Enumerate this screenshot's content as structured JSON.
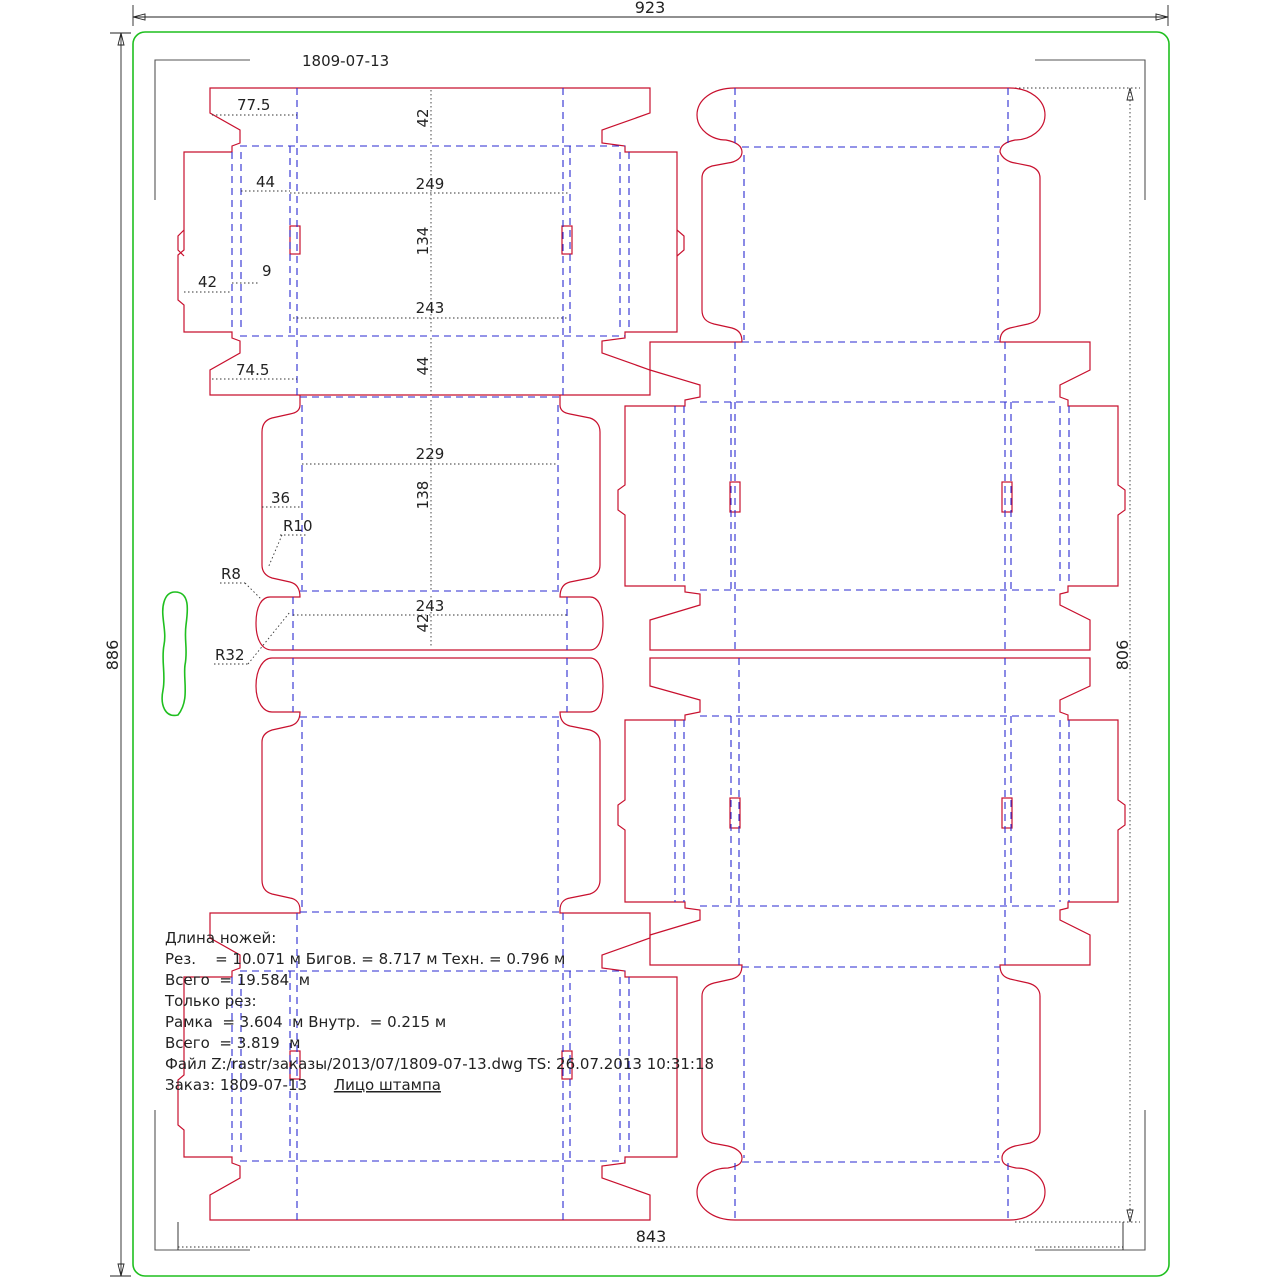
{
  "drawing": {
    "order_label": "1809-07-13",
    "overall": {
      "width": "923",
      "height": "886"
    },
    "inner": {
      "width": "843",
      "height": "806"
    },
    "dims": {
      "d_77_5": "77.5",
      "d_42_top": "42",
      "d_44_a": "44",
      "d_249": "249",
      "d_134": "134",
      "d_42_left": "42",
      "d_9": "9",
      "d_243_a": "243",
      "d_74_5": "74.5",
      "d_44_b": "44",
      "d_229": "229",
      "d_138": "138",
      "d_36": "36",
      "r_10": "R10",
      "r_8": "R8",
      "r_32": "R32",
      "d_243_b": "243",
      "d_42_b": "42"
    }
  },
  "info": {
    "line1": "Длина ножей:",
    "line2": "Рез.    = 10.071 м Бигов. = 8.717 м Техн. = 0.796 м",
    "line3": "Всего  = 19.584  м",
    "line4": "Только рез:",
    "line5": "Рамка  = 3.604  м Внутр.  = 0.215 м",
    "line6": "Всего  = 3.819  м",
    "line7": "Файл Z:/rastr/заказы/2013/07/1809-07-13.dwg TS: 26.07.2013 10:31:18",
    "line8_prefix": "Заказ: 1809-07-13",
    "line8_link": "Лицо штампа"
  },
  "colors": {
    "cut": "#c8102e",
    "crease": "#2a2ad0",
    "frame": "#1fbf1f"
  }
}
